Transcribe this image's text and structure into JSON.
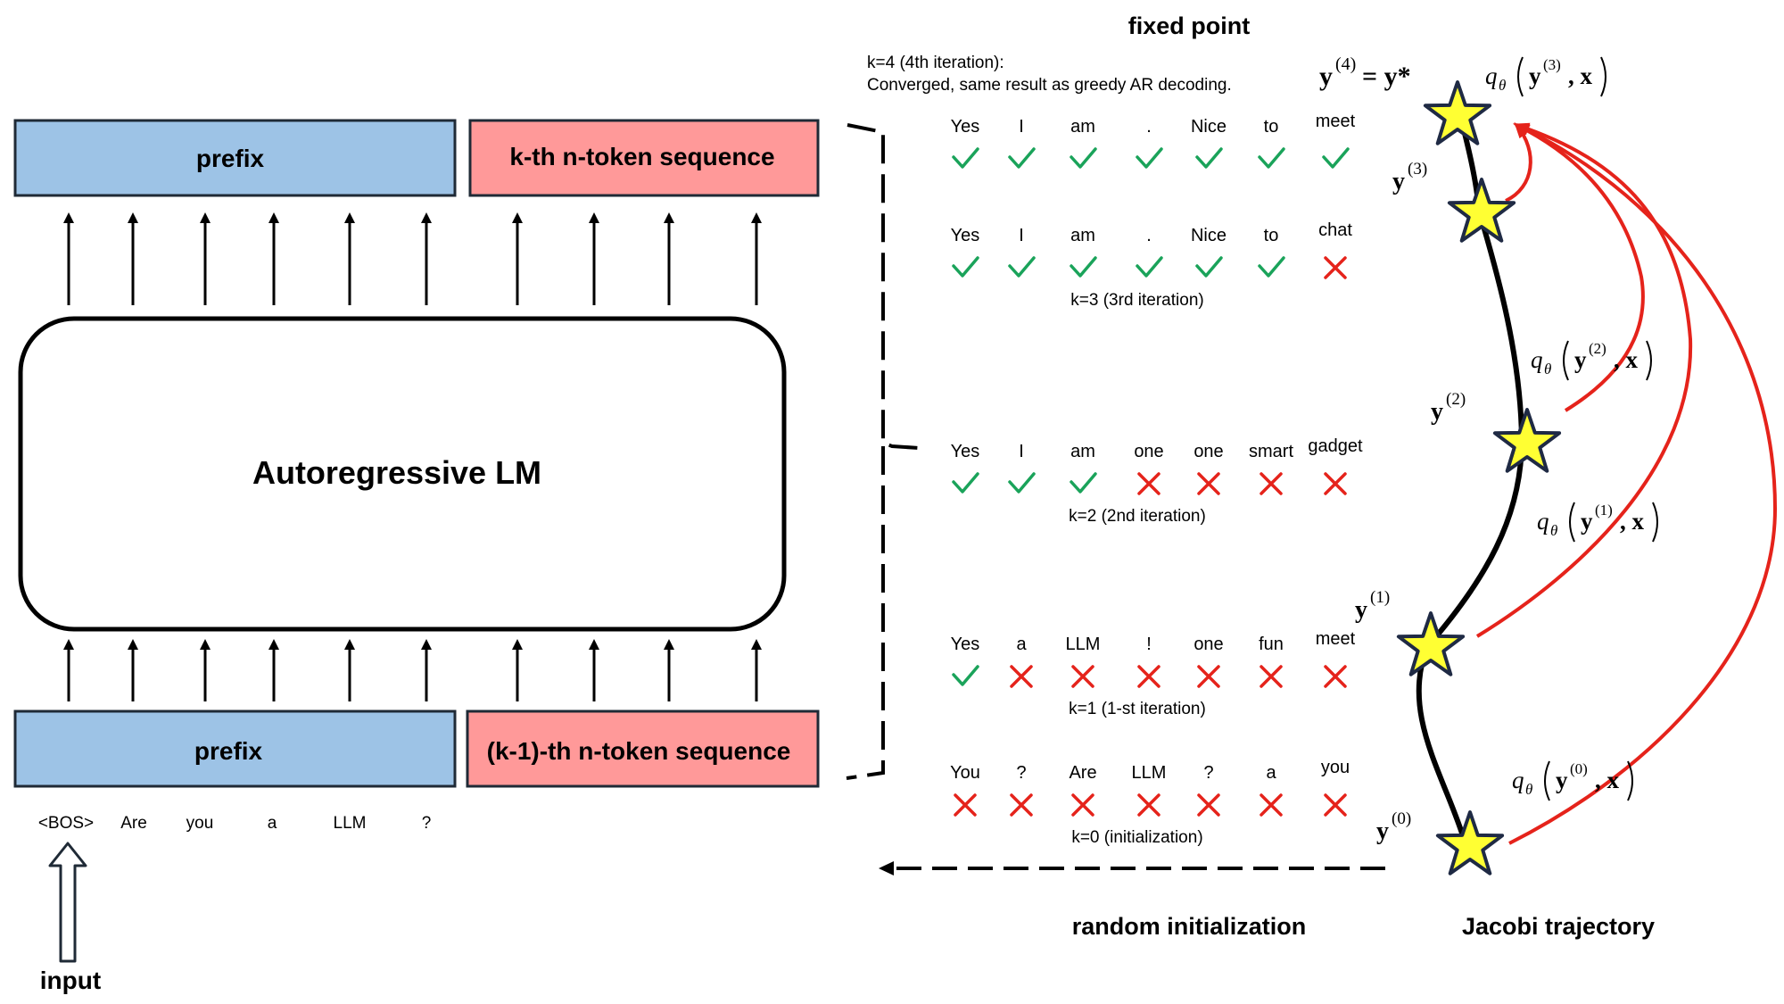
{
  "left": {
    "top_prefix": "prefix",
    "top_seq": "k-th n-token sequence",
    "model": "Autoregressive LM",
    "bottom_prefix": "prefix",
    "bottom_seq": "(k-1)-th n-token sequence",
    "input_tokens": [
      "<BOS>",
      "Are",
      "you",
      "a",
      "LLM",
      "?"
    ],
    "input_label": "input"
  },
  "header": {
    "fixed_point": "fixed point",
    "note_line1": "k=4 (4th iteration):",
    "note_line2": "Converged, same result as greedy AR decoding."
  },
  "iterations": [
    {
      "tokens": [
        "Yes",
        "I",
        "am",
        ".",
        "Nice",
        "to",
        "meet"
      ],
      "marks": [
        1,
        1,
        1,
        1,
        1,
        1,
        1
      ],
      "caption": ""
    },
    {
      "tokens": [
        "Yes",
        "I",
        "am",
        ".",
        "Nice",
        "to",
        "chat"
      ],
      "marks": [
        1,
        1,
        1,
        1,
        1,
        1,
        0
      ],
      "caption": "k=3 (3rd iteration)"
    },
    {
      "tokens": [
        "Yes",
        "I",
        "am",
        "one",
        "one",
        "smart",
        "gadget"
      ],
      "marks": [
        1,
        1,
        1,
        0,
        0,
        0,
        0
      ],
      "caption": "k=2 (2nd iteration)"
    },
    {
      "tokens": [
        "Yes",
        "a",
        "LLM",
        "!",
        "one",
        "fun",
        "meet"
      ],
      "marks": [
        1,
        0,
        0,
        0,
        0,
        0,
        0
      ],
      "caption": "k=1 (1-st iteration)"
    },
    {
      "tokens": [
        "You",
        "?",
        "Are",
        "LLM",
        "?",
        "a",
        "you"
      ],
      "marks": [
        0,
        0,
        0,
        0,
        0,
        0,
        0
      ],
      "caption": "k=0 (initialization)"
    }
  ],
  "trajectory": {
    "states": [
      {
        "base": "y",
        "sup": "(0)"
      },
      {
        "base": "y",
        "sup": "(1)"
      },
      {
        "base": "y",
        "sup": "(2)"
      },
      {
        "base": "y",
        "sup": "(3)"
      },
      {
        "base": "y",
        "sup": "(4)",
        "rest": " = y*"
      }
    ],
    "q_base": "q",
    "q_sub": "θ",
    "q_labels": [
      {
        "arg": "y",
        "sup": "(0)",
        "rest": ", x"
      },
      {
        "arg": "y",
        "sup": "(1)",
        "rest": ", x"
      },
      {
        "arg": "y",
        "sup": "(2)",
        "rest": ", x"
      },
      {
        "arg": "y",
        "sup": "(3)",
        "rest": ", x"
      }
    ]
  },
  "footer": {
    "random_init": "random initialization",
    "jacobi": "Jacobi trajectory"
  },
  "colors": {
    "prefix_fill": "#9dc3e6",
    "seq_fill": "#ff9999",
    "box_border": "#1f2a36",
    "check": "#1aa35a",
    "cross": "#e5231b",
    "star_fill": "#ffff33",
    "star_stroke": "#1f2a44",
    "red_arrow": "#e5231b"
  },
  "icons": [
    "up-arrow",
    "hollow-up-arrow",
    "check-mark",
    "cross-mark",
    "star",
    "curly-brace",
    "dashed-arrow"
  ]
}
